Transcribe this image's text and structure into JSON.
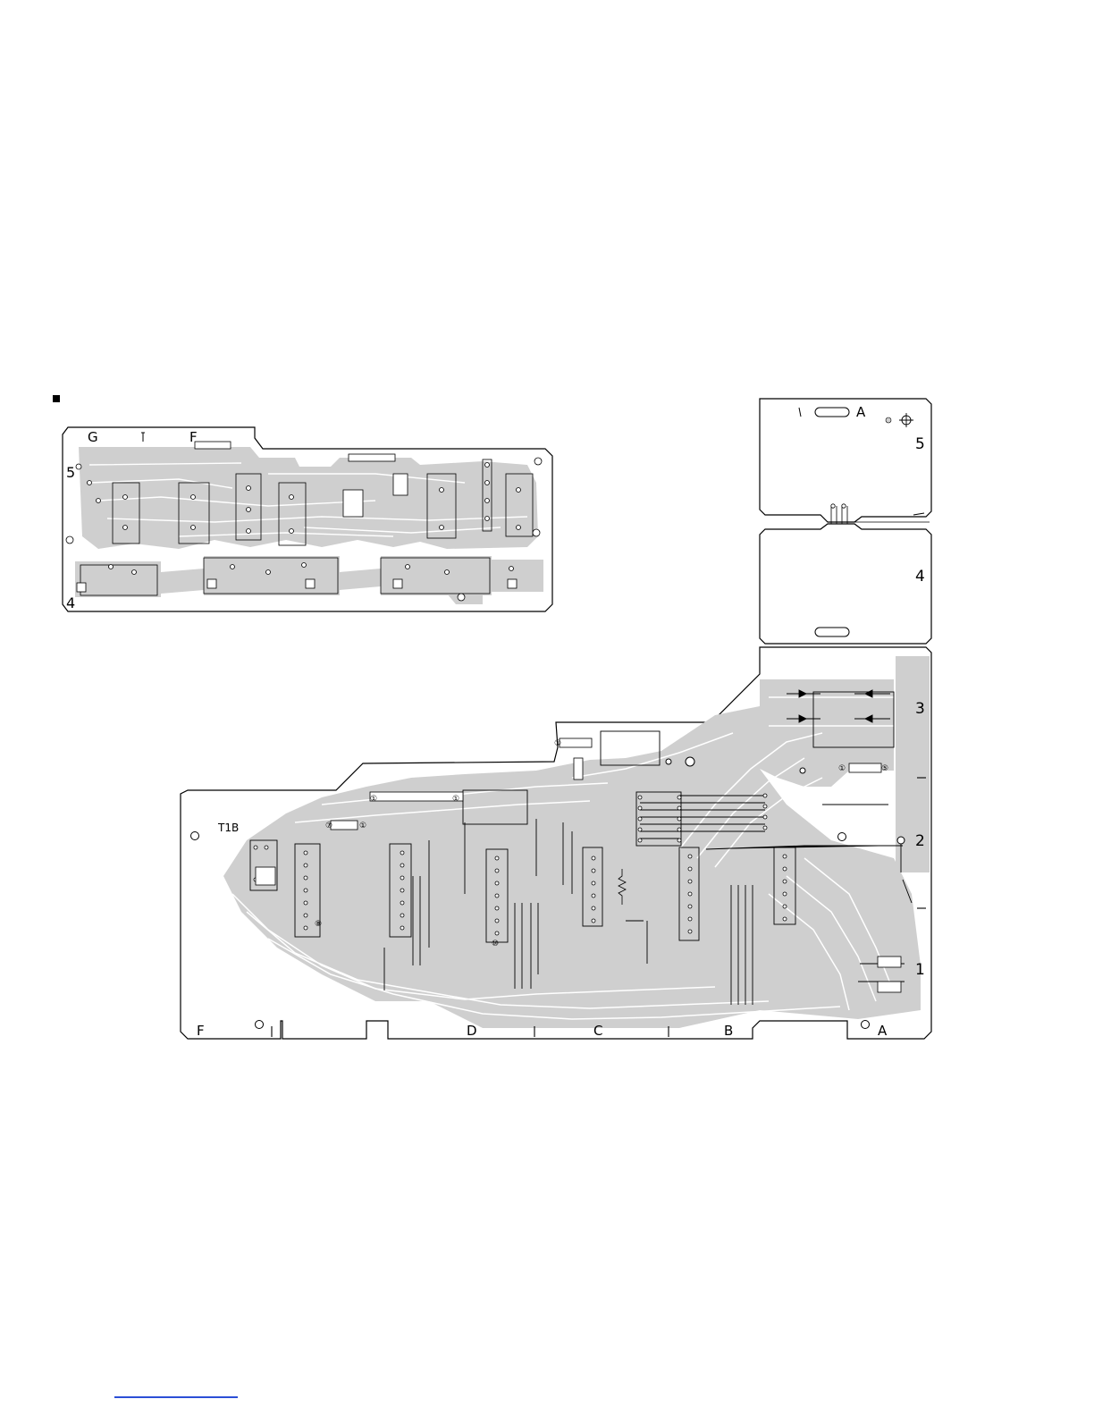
{
  "page": {
    "type": "pcb-foil-pattern",
    "ink": "#000000",
    "copper": "#cfcfcf",
    "link_color": "#2b4fd6"
  },
  "top_board": {
    "grid_letters": [
      "G",
      "F"
    ],
    "row_numbers": [
      "5",
      "4"
    ]
  },
  "right_board": {
    "upper_section": {
      "grid_letter": "A",
      "row_number": "5"
    },
    "lower_section": {
      "row_number": "4"
    }
  },
  "main_board": {
    "reference": "T1B",
    "column_letters": [
      "F",
      "D",
      "C",
      "B",
      "A"
    ],
    "row_numbers": [
      "3",
      "2",
      "1"
    ],
    "connector_pin_marks": [
      "①",
      "①",
      "⑦",
      "①",
      "①",
      "⑧",
      "⑩",
      "①",
      "⑤"
    ]
  }
}
